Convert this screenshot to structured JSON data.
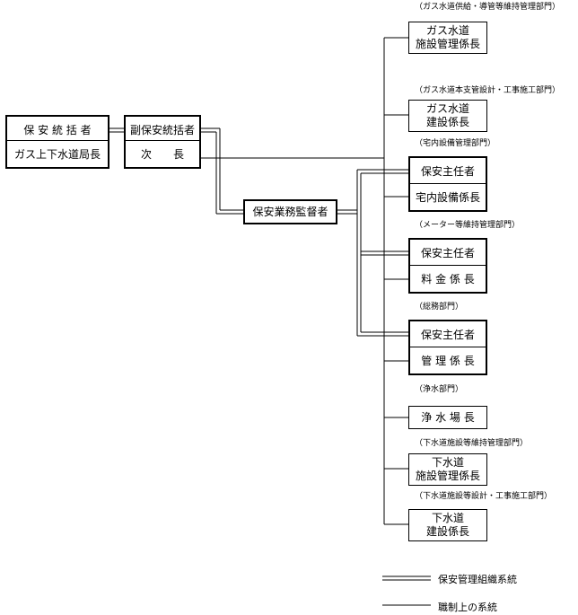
{
  "left_box": {
    "top": "保 安 統 括 者",
    "bottom": "ガス上下水道局長"
  },
  "vice_box": {
    "top": "副保安統括者",
    "bottom": "次　　長"
  },
  "supervisor": "保安業務監督者",
  "units": [
    {
      "note": "（ガス水道供給・導管等維持管理部門）",
      "label": "ガス水道\n施設管理係長"
    },
    {
      "note": "（ガス水道本支管設計・工事施工部門）",
      "label": "ガス水道\n建設係長"
    },
    {
      "note": "（宅内設備管理部門）",
      "top": "保安主任者",
      "bottom": "宅内設備係長"
    },
    {
      "note": "（メーター等維持管理部門）",
      "top": "保安主任者",
      "bottom": "料 金 係 長"
    },
    {
      "note": "（総務部門）",
      "top": "保安主任者",
      "bottom": "管 理 係 長"
    },
    {
      "note": "（浄水部門）",
      "label": "浄 水 場 長"
    },
    {
      "note": "（下水道施設等維持管理部門）",
      "label": "下水道\n施設管理係長"
    },
    {
      "note": "（下水道施設等設計・工事施工部門）",
      "label": "下水道\n建設係長"
    }
  ],
  "legend": {
    "double_line": "保安管理組織系統",
    "single_line": "職制上の系統"
  }
}
